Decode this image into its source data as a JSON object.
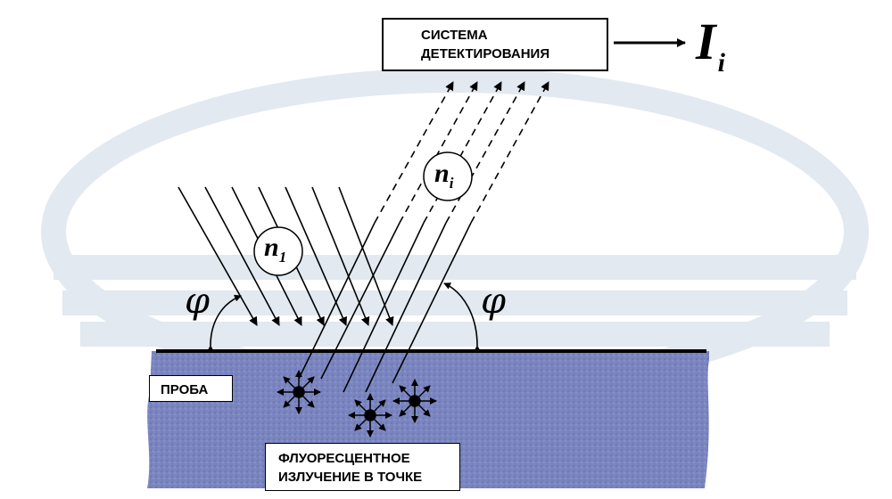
{
  "detector": {
    "line1": "СИСТЕМА",
    "line2": "ДЕТЕКТИРОВАНИЯ"
  },
  "output_signal": {
    "symbol": "I",
    "subscript": "i"
  },
  "incident_beam": {
    "symbol": "n",
    "subscript": "1"
  },
  "emitted_beam": {
    "symbol": "n",
    "subscript": "i"
  },
  "angle_symbol": "φ",
  "sample_label": "ПРОБА",
  "fluorescence_label": {
    "line1": "ФЛУОРЕСЦЕНТНОЕ",
    "line2": "ИЗЛУЧЕНИЕ В ТОЧКЕ"
  },
  "colors": {
    "sample_fill": "#7b86c0",
    "watermark": "#dfe7ef",
    "line": "#000000"
  }
}
